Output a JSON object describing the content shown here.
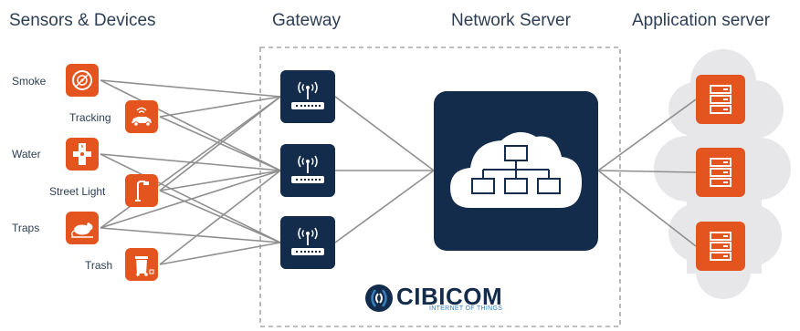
{
  "headings": {
    "sensors": "Sensors & Devices",
    "gateway": "Gateway",
    "network": "Network Server",
    "application": "Application server"
  },
  "devices": [
    {
      "label": "Smoke",
      "icon": "smoke-detector-icon"
    },
    {
      "label": "Tracking",
      "icon": "vehicle-tracking-icon"
    },
    {
      "label": "Water",
      "icon": "water-meter-icon"
    },
    {
      "label": "Street Light",
      "icon": "street-light-icon"
    },
    {
      "label": "Traps",
      "icon": "rat-trap-icon"
    },
    {
      "label": "Trash",
      "icon": "trash-bin-icon"
    }
  ],
  "gateways": [
    {
      "icon": "gateway-router-icon"
    },
    {
      "icon": "gateway-router-icon"
    },
    {
      "icon": "gateway-router-icon"
    }
  ],
  "network_server": {
    "icon": "cloud-network-icon"
  },
  "application_servers": [
    {
      "icon": "server-rack-icon"
    },
    {
      "icon": "server-rack-icon"
    },
    {
      "icon": "server-rack-icon"
    }
  ],
  "logo": {
    "name": "CIBICOM",
    "tagline": "INTERNET OF THINGS"
  },
  "colors": {
    "accent": "#e3541e",
    "navy": "#132c4b",
    "text": "#2d3e54",
    "lines": "#8f8f8f",
    "cloud": "#e7e7e9",
    "dashed_border": "#a8a8a8",
    "logo_blue": "#3a80c0"
  }
}
